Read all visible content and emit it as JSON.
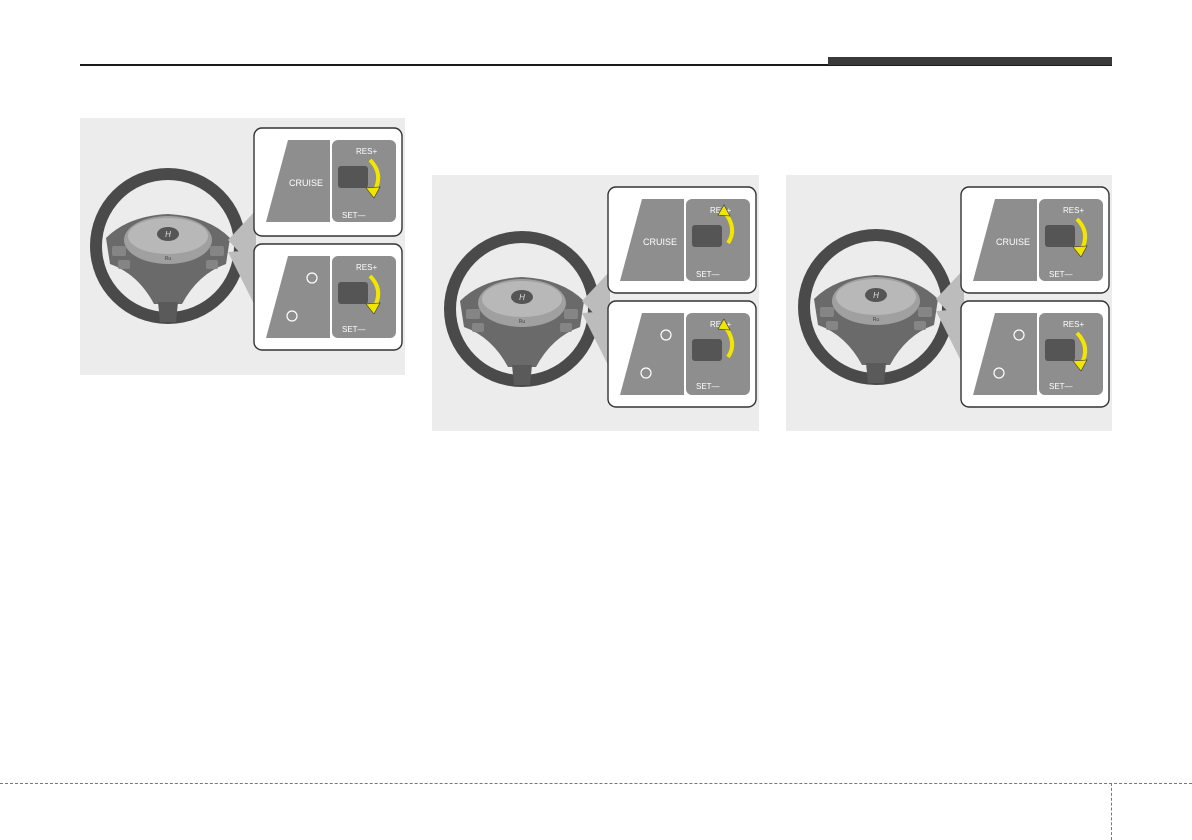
{
  "illustrations": [
    {
      "cruise_label": "CRUISE",
      "res_label": "RES+",
      "set_label": "SET—",
      "arrow_direction": "down"
    },
    {
      "cruise_label": "CRUISE",
      "res_label": "RES+",
      "set_label": "SET—",
      "arrow_direction": "up"
    },
    {
      "cruise_label": "CRUISE",
      "res_label": "RES+",
      "set_label": "SET—",
      "arrow_direction": "down"
    }
  ],
  "colors": {
    "panel_bg": "#ececec",
    "wheel": "#3c3c3c",
    "switch": "#8e8e8e",
    "arrow": "#f2e600"
  },
  "icons": [
    "steering-wheel-icon",
    "hyundai-logo-icon",
    "rocker-arrow-icon",
    "speed-limit-icon"
  ]
}
